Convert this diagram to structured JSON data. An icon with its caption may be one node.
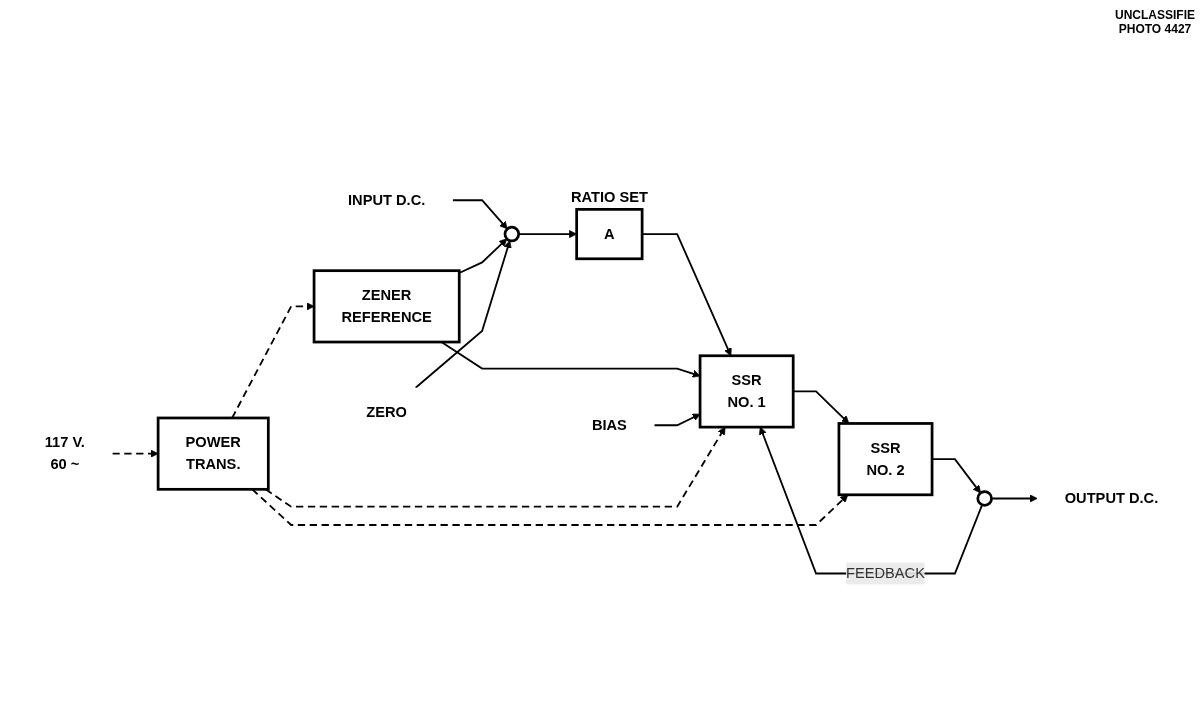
{
  "diagram": {
    "nodes": [
      {
        "text": [
          "INPUT D.C."
        ]
      },
      {
        "text": [],
        "shape": "circle"
      },
      {
        "text": [
          "A"
        ],
        "beside": [
          "RATIO SET"
        ]
      },
      {
        "text": [
          "SSR",
          "NO. 1"
        ]
      },
      {
        "text": [
          "SSR",
          "NO. 2"
        ]
      },
      {
        "text": [],
        "shape": "circle"
      },
      {
        "text": [
          "OUTPUT D.C."
        ]
      },
      {
        "text": [
          "ZENER",
          "REFERENCE"
        ]
      },
      {
        "text": [
          "POWER",
          "TRANS."
        ]
      },
      {
        "text": [
          "ZERO"
        ]
      },
      {
        "text": [
          "BIAS"
        ]
      },
      {
        "text": [
          "117 V.",
          "60 ~"
        ]
      }
    ],
    "edges": [
      {
        "from": 0,
        "to": 1,
        "arrow": "to"
      },
      {
        "from": 1,
        "to": 2,
        "arrow": "to"
      },
      {
        "from": 2,
        "to": 3,
        "arrow": "to"
      },
      {
        "from": 3,
        "to": 4,
        "arrow": "to"
      },
      {
        "from": 4,
        "to": 5,
        "arrow": "to"
      },
      {
        "from": 5,
        "to": 6,
        "arrow": "to"
      },
      {
        "from": 5,
        "to": 3,
        "arrow": "to",
        "label": "FEEDBACK"
      },
      {
        "from": 7,
        "to": 1,
        "arrow": "to"
      },
      {
        "from": 7,
        "to": 3,
        "arrow": "to"
      },
      {
        "from": 9,
        "to": 1,
        "arrow": "to"
      },
      {
        "from": 10,
        "to": 3,
        "arrow": "to"
      },
      {
        "from": 8,
        "to": 3,
        "arrow": "to",
        "style": "dashed"
      },
      {
        "from": 8,
        "to": 4,
        "arrow": "to",
        "style": "dashed"
      },
      {
        "from": 8,
        "to": 7,
        "arrow": "to",
        "style": "dashed"
      },
      {
        "from": 11,
        "to": 8,
        "arrow": "to",
        "style": "dashed"
      }
    ],
    "labels": [
      "UNCLASSIFIE",
      "PHOTO 4427"
    ]
  }
}
